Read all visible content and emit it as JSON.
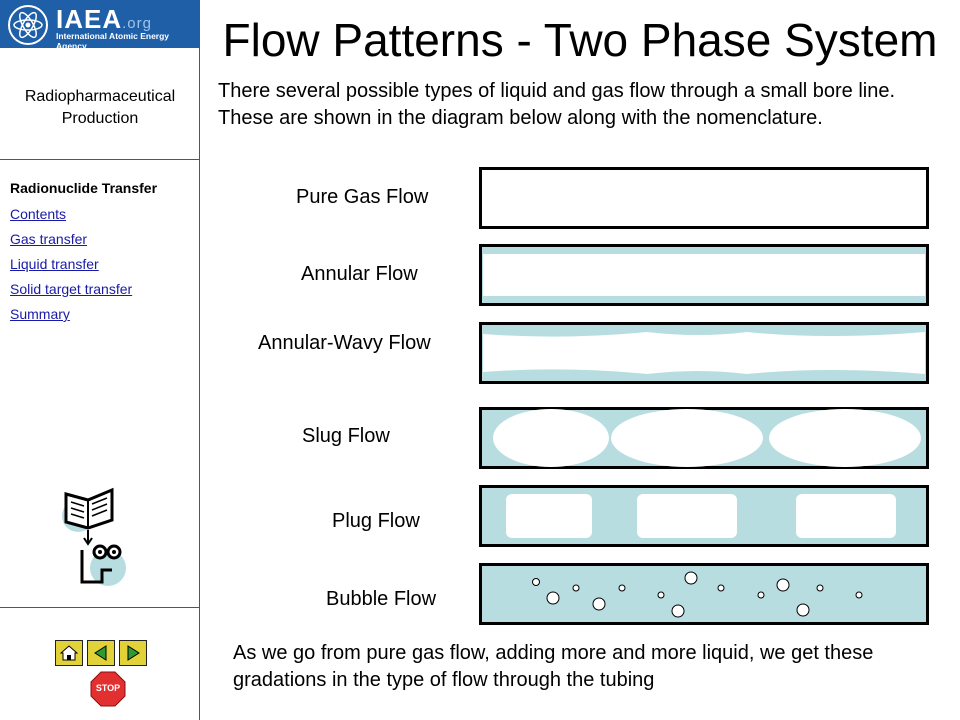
{
  "logo": {
    "brand": "IAEA",
    "brand_suffix": ".org",
    "subtitle": "International Atomic Energy Agency"
  },
  "sidebar": {
    "title": "Radiopharmaceutical Production",
    "nav_heading": "Radionuclide Transfer",
    "links": [
      "Contents",
      "Gas transfer",
      "Liquid transfer",
      "Solid target transfer",
      "Summary"
    ]
  },
  "controls": {
    "stop_label": "STOP"
  },
  "main": {
    "title": "Flow Patterns - Two Phase System",
    "intro": "There several possible types of liquid and gas flow through a small bore line. These are shown in the diagram below along with the nomenclature.",
    "outro": "As we go from pure gas flow, adding more and more liquid, we get these gradations in the type of flow through the tubing",
    "flows": [
      "Pure Gas Flow",
      "Annular Flow",
      "Annular-Wavy Flow",
      "Slug Flow",
      "Plug Flow",
      "Bubble Flow"
    ]
  },
  "colors": {
    "liquid": "#b7dde1",
    "accent": "#1f5fa8",
    "nav_button": "#e2d23a",
    "stop": "#e23030"
  }
}
